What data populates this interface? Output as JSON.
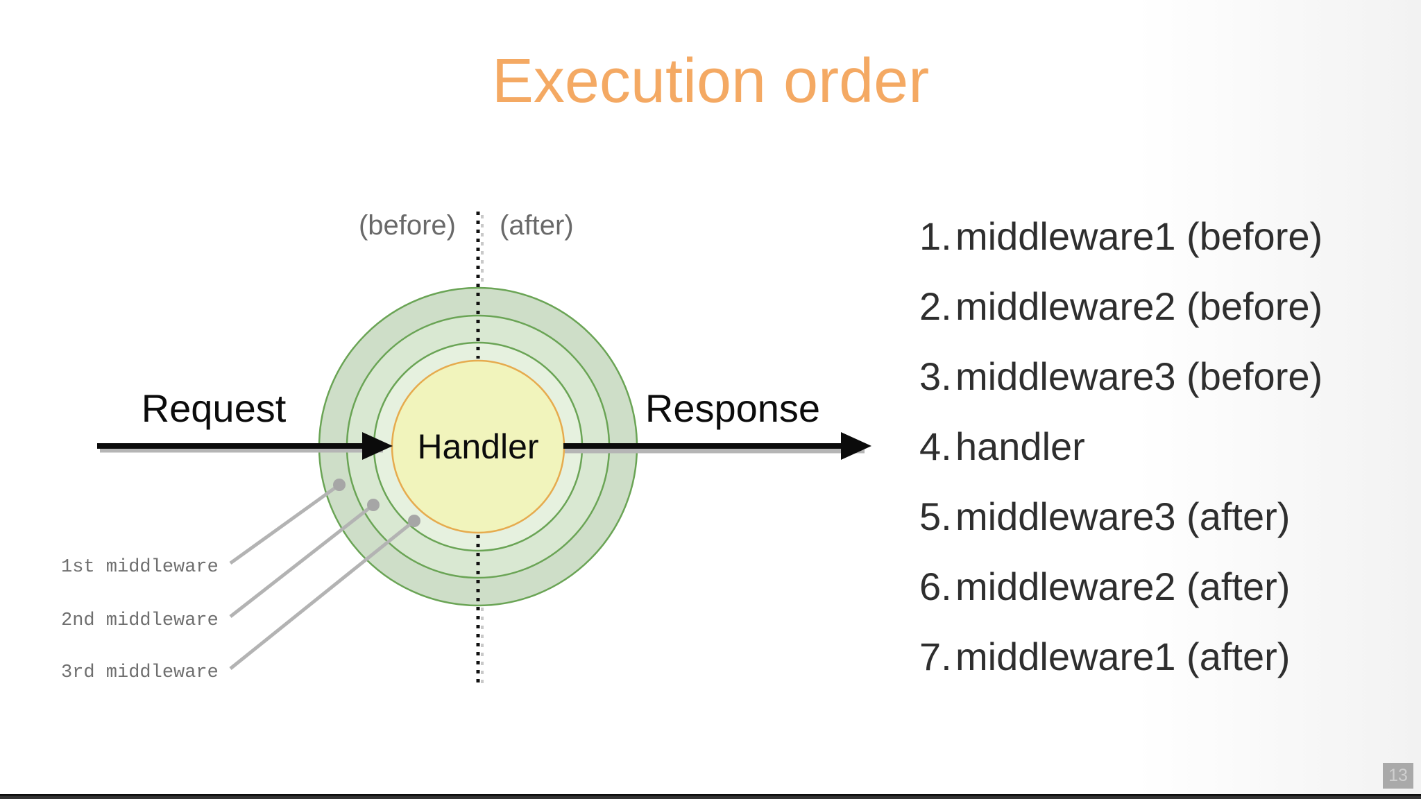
{
  "slide": {
    "title": "Execution order",
    "page_number": "13"
  },
  "diagram": {
    "request_label": "Request",
    "response_label": "Response",
    "handler_label": "Handler",
    "before_label": "(before)",
    "after_label": "(after)",
    "ring_labels": [
      "1st middleware",
      "2nd middleware",
      "3rd middleware"
    ],
    "colors": {
      "title_orange": "#f4a963",
      "ring_stroke_green": "#6aa455",
      "ring_fill_outer": "#cedec8",
      "ring_fill_middle": "#d9e8d2",
      "ring_fill_inner": "#e6f1df",
      "handler_fill_yellow": "#f1f4bc",
      "handler_stroke_orange": "#e6ab4e",
      "arrow_black": "#0b0b0b",
      "shadow_gray": "#b5b5b5",
      "label_gray": "#696969",
      "mono_label_gray": "#6f6f6f",
      "leader_line_gray": "#b3b3b3",
      "list_text": "#2e2e2e",
      "badge_bg": "#a9a9a9"
    }
  },
  "execution_list": {
    "items": [
      {
        "number": "1.",
        "label": "middleware1 (before)"
      },
      {
        "number": "2.",
        "label": "middleware2 (before)"
      },
      {
        "number": "3.",
        "label": "middleware3 (before)"
      },
      {
        "number": "4.",
        "label": "handler"
      },
      {
        "number": "5.",
        "label": "middleware3 (after)"
      },
      {
        "number": "6.",
        "label": "middleware2 (after)"
      },
      {
        "number": "7.",
        "label": "middleware1 (after)"
      }
    ]
  }
}
